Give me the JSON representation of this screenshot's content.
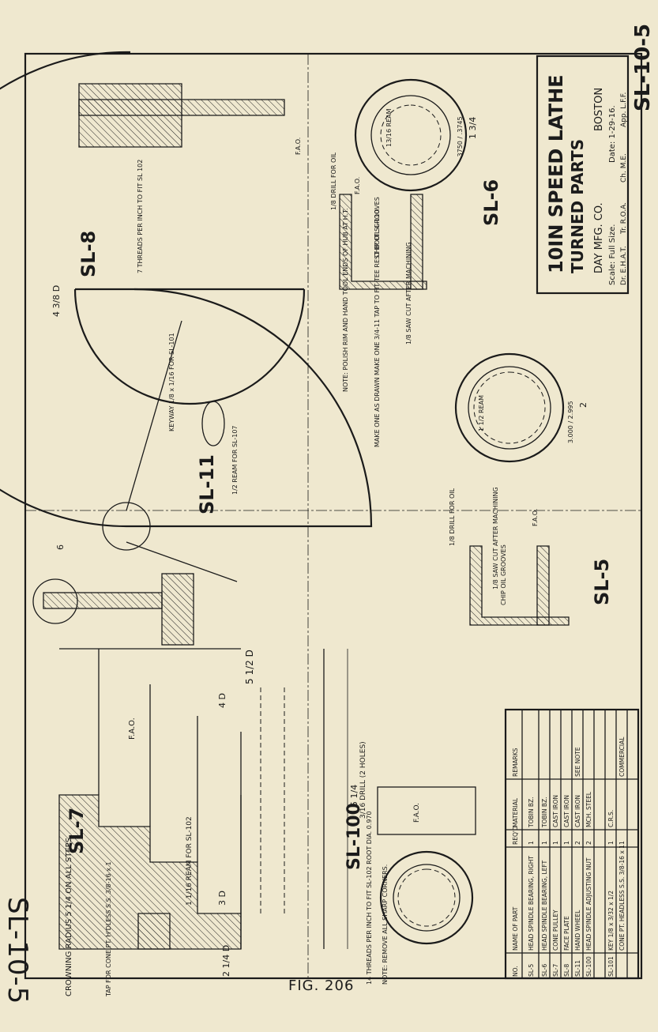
{
  "sheet": {
    "code_top": "SL-10-5",
    "code_side": "SL-10-5",
    "figure_caption": "FIG. 206"
  },
  "title_block": {
    "title_line1": "10IN SPEED LATHE",
    "title_line2": "TURNED PARTS",
    "company": "DAY MFG. CO.",
    "city": "BOSTON",
    "scale": "Scale: Full Size.",
    "date": "Date: 1-29-16.",
    "drawn": "Dr. E.H.A.T.",
    "traced": "Tr. R.O.A.",
    "checked": "Ch. M.E.",
    "approved": "App. L.F.F."
  },
  "parts_list": {
    "headers": [
      "NO.",
      "NAME OF PART",
      "REQ'D",
      "MATERIAL",
      "REMARKS"
    ],
    "rows": [
      [
        "SL-5",
        "HEAD SPINDLE BEARING, RIGHT",
        "1",
        "TOBIN BZ.",
        ""
      ],
      [
        "SL-6",
        "HEAD SPINDLE BEARING, LEFT",
        "1",
        "TOBIN BZ.",
        ""
      ],
      [
        "SL-7",
        "CONE PULLEY",
        "1",
        "CAST IRON",
        ""
      ],
      [
        "SL-8",
        "FACE PLATE",
        "1",
        "CAST IRON",
        ""
      ],
      [
        "SL-11",
        "HAND WHEEL",
        "2",
        "CAST IRON",
        "SEE NOTE"
      ],
      [
        "SL-100",
        "HEAD SPINDLE ADJUSTING NUT",
        "2",
        "MCH. STEEL",
        ""
      ],
      [
        "SL-101",
        "KEY 1/8 x 3/32 x 1/2",
        "1",
        "C.R.S.",
        ""
      ],
      [
        "",
        "CONE PT. HEADLESS S.S. 3/8-16 x 1",
        "1",
        "",
        "COMMERCIAL"
      ]
    ]
  },
  "views": {
    "sl7": {
      "label": "SL-7",
      "note_crown": "CROWNING RADIUS 5 1/4 ON ALL STEPS",
      "note_tap": "TAP FOR CONE PT. H'DLESS S.S. 3/8-16 x 1",
      "fao": "F.A.O.",
      "ream": "1 1/16 REAM FOR SL-102",
      "d_outer": "5 1/2 D",
      "d_step1": "4 D",
      "d_step2": "3 D",
      "d_step3": "2 1/4 D",
      "overall": "5 1/4"
    },
    "sl100": {
      "label": "SL-100",
      "note_threads": "14 THREADS PER INCH TO FIT SL-102 ROOT DIA. 0.970",
      "note_remove": "NOTE: REMOVE ALL SHARP CORNERS.",
      "drill": "3/16 DRILL (2 HOLES)",
      "fao": "F.A.O."
    },
    "sl11": {
      "label": "SL-11",
      "keyway": "KEYWAY 1/8 x 1/16 FOR SL-101",
      "ream": "1/2 REAM FOR SL-107",
      "note": "NOTE: POLISH RIM AND HAND TOOL ENDS OF HUB AT H.T.",
      "make_note": "MAKE ONE AS DRAWN MAKE ONE 3/4-11 TAP TO FIT TEE REST BOLT SL-110.",
      "dia": "6"
    },
    "sl5": {
      "label": "SL-5",
      "drill": "1/8 DRILL FOR OIL",
      "grooves": "CHIP OIL GROOVES",
      "saw": "1/8 SAW CUT AFTER MACHINING",
      "fao": "F.A.O.",
      "ream": "1 1/2 REAM",
      "dims": "3.000 / 2.995",
      "len": "2"
    },
    "sl6": {
      "label": "SL-6",
      "drill": "1/8 DRILL FOR OIL",
      "grooves": "CHIP OIL GROOVES",
      "saw": "1/8 SAW CUT AFTER MACHINING",
      "fao": "F.A.O.",
      "ream": "13/16 REAM",
      "dims": ".3750 / .3745",
      "len": "1 3/4"
    },
    "sl8": {
      "label": "SL-8",
      "threads": "7 THREADS PER INCH TO FIT SL 102",
      "fao": "F.A.O.",
      "dia": "4 3/8 D"
    }
  }
}
